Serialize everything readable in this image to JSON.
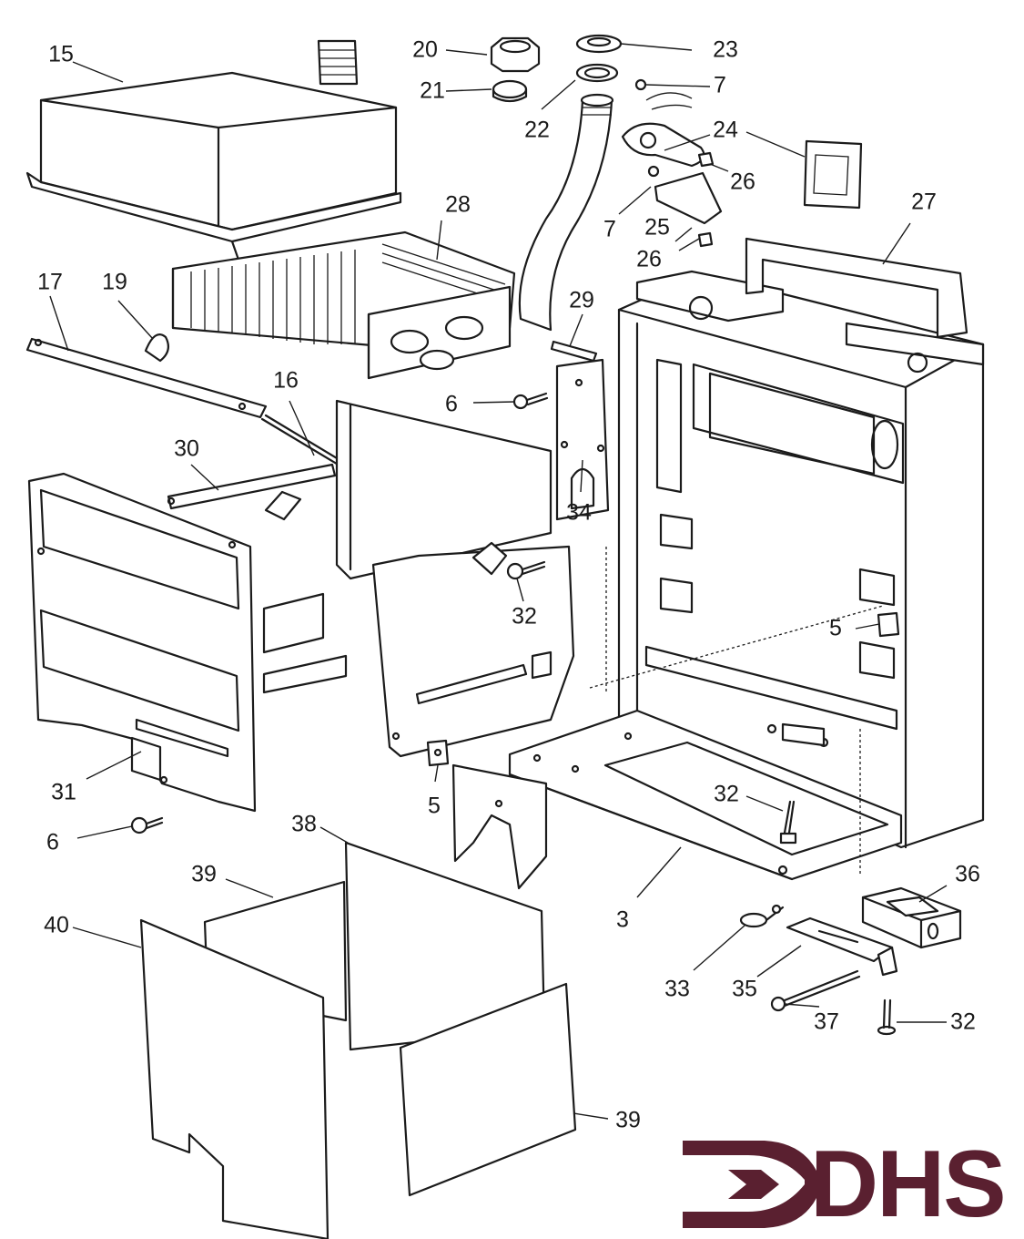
{
  "diagram": {
    "part_labels": [
      {
        "id": "p15",
        "text": "15"
      },
      {
        "id": "p20",
        "text": "20"
      },
      {
        "id": "p21",
        "text": "21"
      },
      {
        "id": "p22",
        "text": "22"
      },
      {
        "id": "p23",
        "text": "23"
      },
      {
        "id": "p7a",
        "text": "7"
      },
      {
        "id": "p24",
        "text": "24"
      },
      {
        "id": "p26a",
        "text": "26"
      },
      {
        "id": "p7b",
        "text": "7"
      },
      {
        "id": "p25",
        "text": "25"
      },
      {
        "id": "p26b",
        "text": "26"
      },
      {
        "id": "p27",
        "text": "27"
      },
      {
        "id": "p28",
        "text": "28"
      },
      {
        "id": "p17",
        "text": "17"
      },
      {
        "id": "p19",
        "text": "19"
      },
      {
        "id": "p29",
        "text": "29"
      },
      {
        "id": "p16",
        "text": "16"
      },
      {
        "id": "p6a",
        "text": "6"
      },
      {
        "id": "p30",
        "text": "30"
      },
      {
        "id": "p34",
        "text": "34"
      },
      {
        "id": "p32a",
        "text": "32"
      },
      {
        "id": "p5a",
        "text": "5"
      },
      {
        "id": "p31",
        "text": "31"
      },
      {
        "id": "p5b",
        "text": "5"
      },
      {
        "id": "p6b",
        "text": "6"
      },
      {
        "id": "p32b",
        "text": "32"
      },
      {
        "id": "p38",
        "text": "38"
      },
      {
        "id": "p36",
        "text": "36"
      },
      {
        "id": "p39a",
        "text": "39"
      },
      {
        "id": "p3",
        "text": "3"
      },
      {
        "id": "p40",
        "text": "40"
      },
      {
        "id": "p33",
        "text": "33"
      },
      {
        "id": "p35",
        "text": "35"
      },
      {
        "id": "p37",
        "text": "37"
      },
      {
        "id": "p32c",
        "text": "32"
      },
      {
        "id": "p39b",
        "text": "39"
      }
    ]
  },
  "logo": {
    "text": "DHS",
    "color": "#5a2030"
  },
  "colors": {
    "line": "#1b1b1b",
    "background": "#ffffff"
  }
}
